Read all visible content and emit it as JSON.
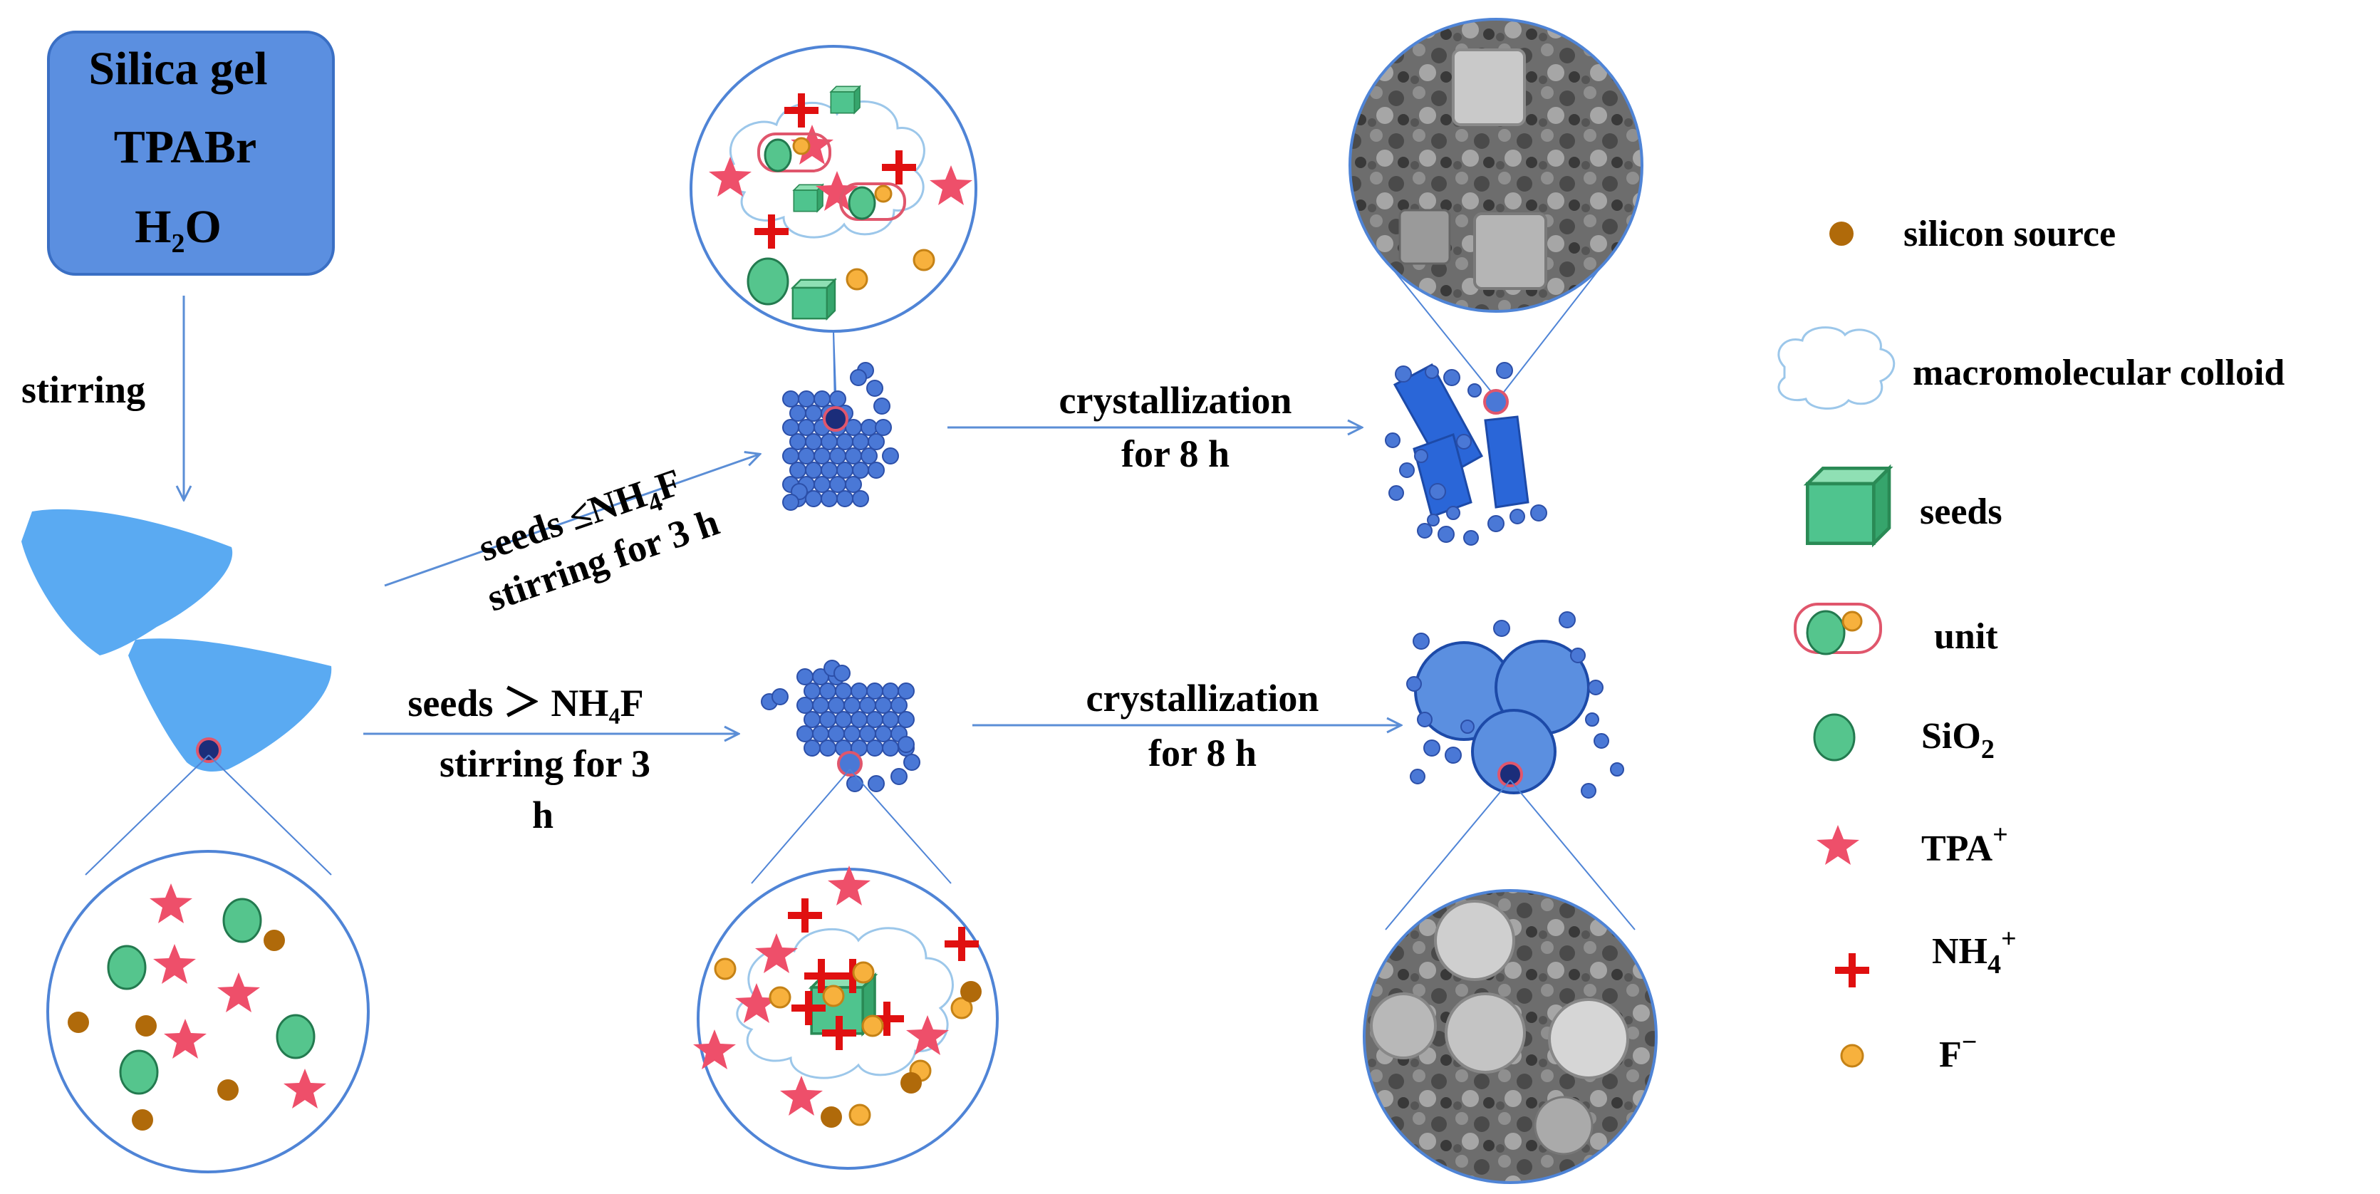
{
  "start_box": {
    "line1": "Silica gel",
    "line2": "TPABr",
    "line3_main": "H",
    "line3_sub": "2",
    "line3_end": "O"
  },
  "stirring_label": "stirring",
  "upper_path": {
    "cond_line1_a": "seeds  ≤NH",
    "cond_line1_sub": "4",
    "cond_line1_b": "F",
    "cond_line2": "stirring for 3 h",
    "cryst_line1": "crystallization",
    "cryst_line2": "for 8 h"
  },
  "lower_path": {
    "cond_line1": "seeds ＞ NH₄F",
    "cond_line2": "stirring for 3",
    "cond_line3": "h",
    "cryst_line1": "crystallization",
    "cryst_line2": "for 8 h"
  },
  "legend": [
    {
      "name": "silicon-source",
      "label": "silicon source"
    },
    {
      "name": "macromolecular-colloid",
      "label": "macromolecular colloid"
    },
    {
      "name": "seeds",
      "label": "seeds"
    },
    {
      "name": "unit",
      "label": "unit"
    },
    {
      "name": "sio2",
      "label_main": "SiO",
      "label_sub": "2"
    },
    {
      "name": "tpa",
      "label_main": "TPA",
      "label_sup": "+"
    },
    {
      "name": "nh4",
      "label_main": "NH",
      "label_sub": "4",
      "label_sup": "+"
    },
    {
      "name": "fluoride",
      "label_main": "F",
      "label_sup": "−"
    }
  ],
  "colors": {
    "box_fill": "#5b8fe0",
    "arrow": "#5b8ed6",
    "circle_stroke": "#4f84d6",
    "gel": "#5aaaf2",
    "particle": "#4a78d6",
    "silicon_source": "#b06a0a",
    "sio2": "#55c58d",
    "seed": "#4fc48e",
    "tpa": "#ee4f6a",
    "nh4": "#e01010",
    "fluoride": "#f7b13d",
    "unit_stroke": "#e0566c",
    "colloid": "#9cc7ea",
    "dark_dot": "#1b2d7a"
  }
}
